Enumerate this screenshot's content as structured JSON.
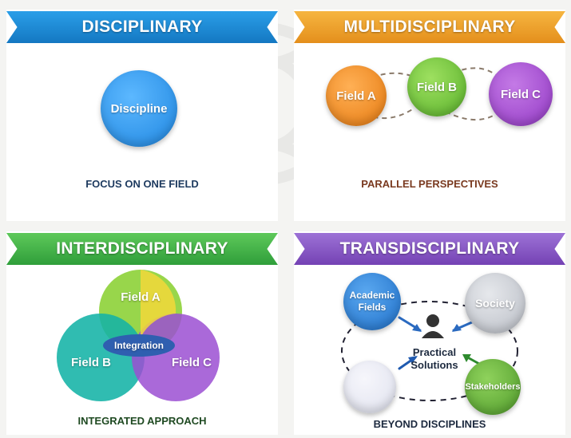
{
  "quadrants": {
    "disciplinary": {
      "title": "DISCIPLINARY",
      "circle": "Discipline",
      "caption": "FOCUS ON ONE FIELD",
      "banner_color": "#1c8fdb",
      "circle_color": "#2f9af0",
      "caption_color": "#1d3a5f"
    },
    "multidisciplinary": {
      "title": "MULTIDISCIPLINARY",
      "fields": [
        "Field A",
        "Field B",
        "Field C"
      ],
      "caption": "PARALLEL PERSPECTIVES",
      "banner_color": "#f0a22a",
      "field_colors": [
        "#f08a1c",
        "#6cc23a",
        "#a94fd0"
      ],
      "caption_color": "#7a3a20"
    },
    "interdisciplinary": {
      "title": "INTERDISCIPLINARY",
      "fields": [
        "Field A",
        "Field B",
        "Field C"
      ],
      "center": "Integration",
      "caption": "INTEGRATED APPROACH",
      "banner_color": "#4cb84a",
      "field_colors": [
        "#7fcf3a",
        "#1ab5a8",
        "#9a4fd0"
      ],
      "caption_color": "#1f4a22"
    },
    "transdisciplinary": {
      "title": "TRANSDISCIPLINARY",
      "nodes": [
        "Academic Fields",
        "Society",
        "Stakeholders"
      ],
      "center": "Practical Solutions",
      "caption": "BEYOND DISCIPLINES",
      "banner_color": "#8a5cc4",
      "node_colors": [
        "#2a83d8",
        "#c8ccd2",
        "#5fb33a",
        "#e6e8f0"
      ],
      "caption_color": "#1d2a3f"
    }
  }
}
